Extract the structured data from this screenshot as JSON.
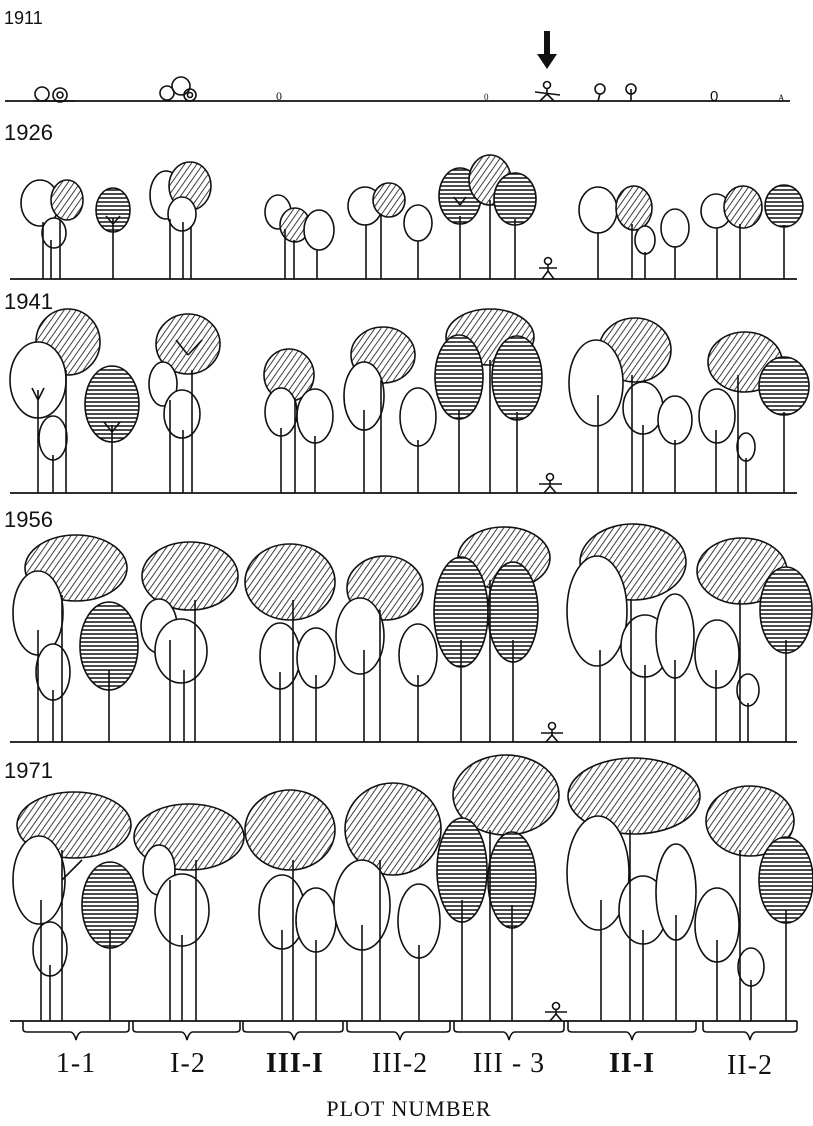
{
  "years": [
    "1911",
    "1926",
    "1941",
    "1956",
    "1971"
  ],
  "row_1911_marks": [
    "0",
    "0",
    "0",
    "A"
  ],
  "plot_numbers": [
    "1-1",
    "I-2",
    "III-I",
    "III-2",
    "III - 3",
    "II-I",
    "II-2"
  ],
  "axis_label": "PLOT NUMBER",
  "legend": {
    "open": "white crown",
    "hatched": "diagonal hatched crown",
    "barred": "horizontal striped crown"
  }
}
